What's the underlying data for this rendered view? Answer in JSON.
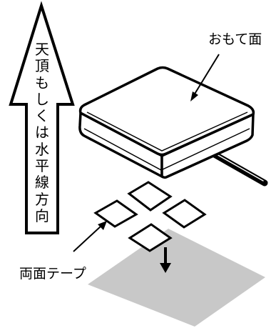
{
  "arrow_label_chars": [
    "天",
    "頂",
    "も",
    "し",
    "く",
    "は",
    "水",
    "平",
    "線",
    "方",
    "向"
  ],
  "label_front_face": "おもて面",
  "label_double_tape": "両面テープ",
  "colors": {
    "line": "#000000",
    "shadow": "#c8c8c8",
    "device_fill": "#ffffff"
  }
}
